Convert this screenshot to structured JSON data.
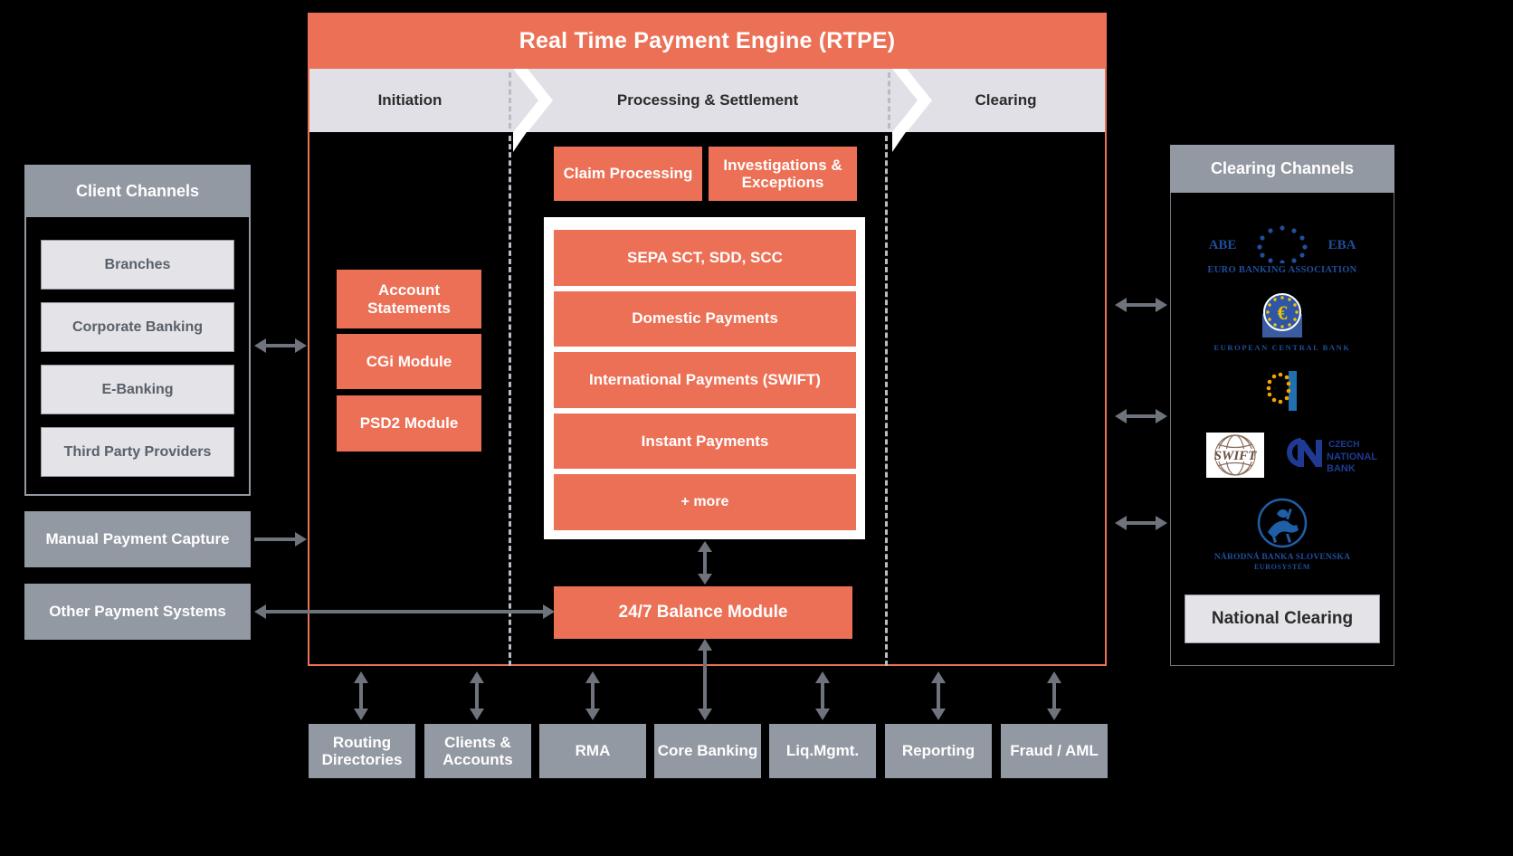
{
  "diagram": {
    "title": "Real Time Payment Engine (RTPE)",
    "accent_orange": "#ec7055",
    "gray": "#9399a2",
    "light_gray": "#e3e3e8",
    "phase_bar_bg": "#e0e0e6"
  },
  "phases": [
    {
      "label": "Initiation"
    },
    {
      "label": "Processing & Settlement"
    },
    {
      "label": "Clearing"
    }
  ],
  "client_channels": {
    "header": "Client Channels",
    "items": [
      {
        "label": "Branches"
      },
      {
        "label": "Corporate Banking"
      },
      {
        "label": "E-Banking"
      },
      {
        "label": "Third Party Providers"
      }
    ]
  },
  "left_blocks": [
    {
      "label": "Manual Payment Capture"
    },
    {
      "label": "Other Payment Systems"
    }
  ],
  "initiation_modules": [
    {
      "label": "Account Statements"
    },
    {
      "label": "CGi Module"
    },
    {
      "label": "PSD2 Module"
    }
  ],
  "exception_modules": [
    {
      "label": "Claim Processing"
    },
    {
      "label": "Investigations & Exceptions"
    }
  ],
  "payment_types": [
    {
      "label": "SEPA SCT, SDD, SCC"
    },
    {
      "label": "Domestic Payments"
    },
    {
      "label": "International Payments (SWIFT)"
    },
    {
      "label": "Instant Payments"
    },
    {
      "label": "+ more"
    }
  ],
  "balance_module": {
    "label": "24/7 Balance Module"
  },
  "clearing_channels": {
    "header": "Clearing Channels",
    "logos": [
      {
        "name": "eba-logo",
        "abbr_left": "ABE",
        "abbr_right": "EBA",
        "caption": "EURO BANKING ASSOCIATION"
      },
      {
        "name": "ecb-logo",
        "symbol": "€",
        "caption": "EUROPEAN CENTRAL BANK"
      },
      {
        "name": "step2-logo",
        "caption": ""
      },
      {
        "name": "swift-logo",
        "wordmark": "SWIFT",
        "caption": ""
      },
      {
        "name": "cnb-logo",
        "wordmark": "CNB",
        "caption": "CZECH NATIONAL BANK"
      },
      {
        "name": "nbs-logo",
        "caption": "NÁRODNÁ BANKA SLOVENSKA",
        "caption2": "EUROSYSTÉM"
      }
    ],
    "national_clearing": "National Clearing"
  },
  "bottom_services": [
    {
      "label": "Routing Directories"
    },
    {
      "label": "Clients & Accounts"
    },
    {
      "label": "RMA"
    },
    {
      "label": "Core Banking"
    },
    {
      "label": "Liq.Mgmt."
    },
    {
      "label": "Reporting"
    },
    {
      "label": "Fraud / AML"
    }
  ]
}
